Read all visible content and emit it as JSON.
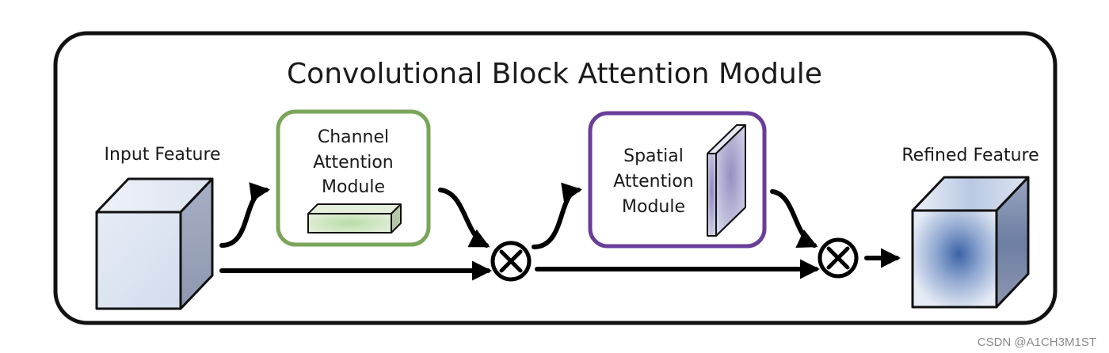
{
  "title": "Convolutional Block Attention Module",
  "input_feature": {
    "label": "Input Feature"
  },
  "channel_attention": {
    "line1": "Channel",
    "line2": "Attention",
    "line3": "Module",
    "border_color": "#7aa55a"
  },
  "spatial_attention": {
    "line1": "Spatial",
    "line2": "Attention",
    "line3": "Module",
    "border_color": "#6a3d9a"
  },
  "refined_feature": {
    "label": "Refined Feature"
  },
  "operators": {
    "multiply_symbol": "⊗"
  },
  "watermark": "CSDN @A1CH3M1ST"
}
